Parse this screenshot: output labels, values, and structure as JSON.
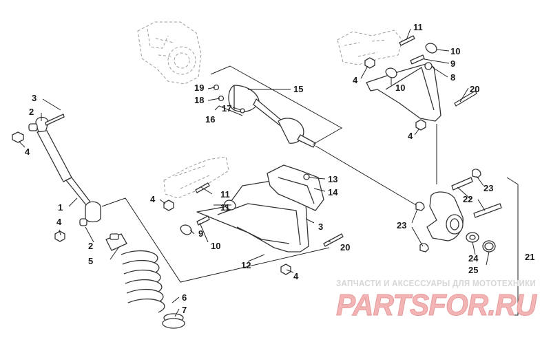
{
  "colors": {
    "line": "#333333",
    "watermark_main": "#f2b4b4",
    "watermark_outline": "#e89a9a",
    "watermark_sub": "#d6d6d6"
  },
  "watermark": {
    "subtitle": "ЗАПЧАСТИ И АКСЕССУАРЫ ДЛЯ МОТОТЕХНИКИ",
    "brand": "PARTSFOR.RU"
  },
  "callouts": [
    "3",
    "2",
    "4",
    "1",
    "4",
    "2",
    "5",
    "6",
    "7",
    "19",
    "18",
    "17",
    "16",
    "15",
    "11",
    "10",
    "9",
    "8",
    "4",
    "10",
    "20",
    "4",
    "13",
    "14",
    "11",
    "4",
    "11",
    "3",
    "9",
    "10",
    "12",
    "20",
    "4",
    "23",
    "22",
    "23",
    "24",
    "25",
    "21"
  ]
}
